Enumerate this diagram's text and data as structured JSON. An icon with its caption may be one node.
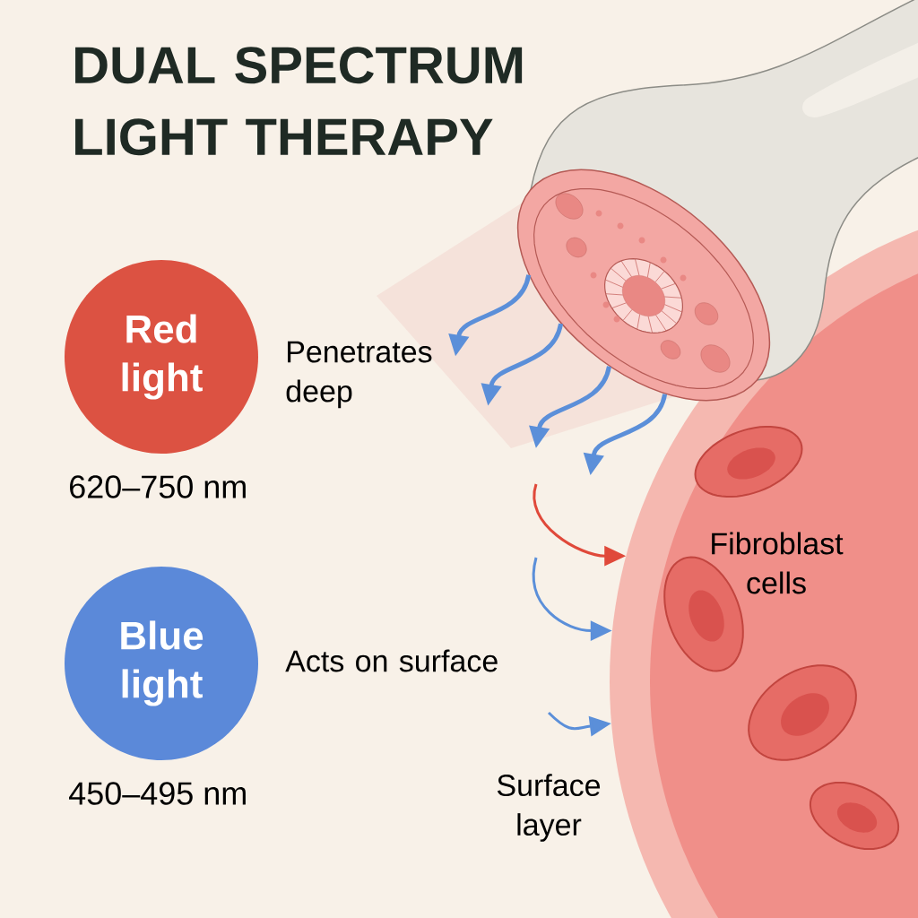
{
  "diagram": {
    "title": "DUAL SPECTRUM LIGHT THERAPY",
    "nodes": [
      {
        "text": [
          "Red light"
        ],
        "beside": [
          "620–750 nm"
        ]
      },
      {
        "text": [
          "Blue light"
        ],
        "beside": [
          "450–495 nm"
        ]
      },
      {
        "text": [],
        "shape": "picture"
      },
      {
        "text": [
          "Fibroblast cells"
        ]
      }
    ],
    "edges": [
      {
        "from": 2,
        "to": null,
        "arrow": "to"
      },
      {
        "from": 2,
        "to": null,
        "arrow": "to"
      },
      {
        "from": 2,
        "to": null,
        "arrow": "to"
      },
      {
        "from": 2,
        "to": null,
        "arrow": "to"
      },
      {
        "from": null,
        "to": 3,
        "arrow": "to",
        "color": "#e0493a"
      },
      {
        "from": null,
        "to": 3,
        "arrow": "to"
      },
      {
        "from": null,
        "to": 3,
        "arrow": "to"
      }
    ],
    "labels": [
      "Penetrates deep",
      "Acts on surface",
      "Surface layer"
    ]
  }
}
